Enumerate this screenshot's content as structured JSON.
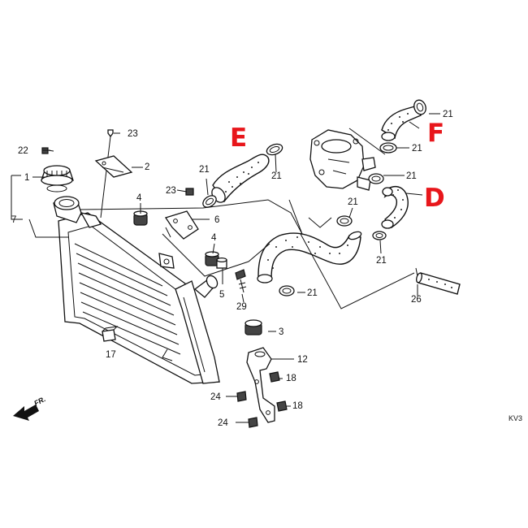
{
  "diagram": {
    "callouts": {
      "p1": "1",
      "p2": "2",
      "p3": "3",
      "p4a": "4",
      "p4b": "4",
      "p5": "5",
      "p6": "6",
      "p7": "7",
      "p12": "12",
      "p17": "17",
      "p18a": "18",
      "p18b": "18",
      "p21a": "21",
      "p21b": "21",
      "p21c": "21",
      "p21d": "21",
      "p21e": "21",
      "p21f": "21",
      "p21g": "21",
      "p21h": "21",
      "p22": "22",
      "p23a": "23",
      "p23b": "23",
      "p24a": "24",
      "p24b": "24",
      "p26": "26",
      "p29": "29"
    },
    "hose_labels": {
      "e": "E",
      "f": "F",
      "d": "D"
    },
    "direction_label": "FR.",
    "page_code": "KV3"
  },
  "colors": {
    "hose_label": "#e8161b",
    "line": "#111111"
  }
}
